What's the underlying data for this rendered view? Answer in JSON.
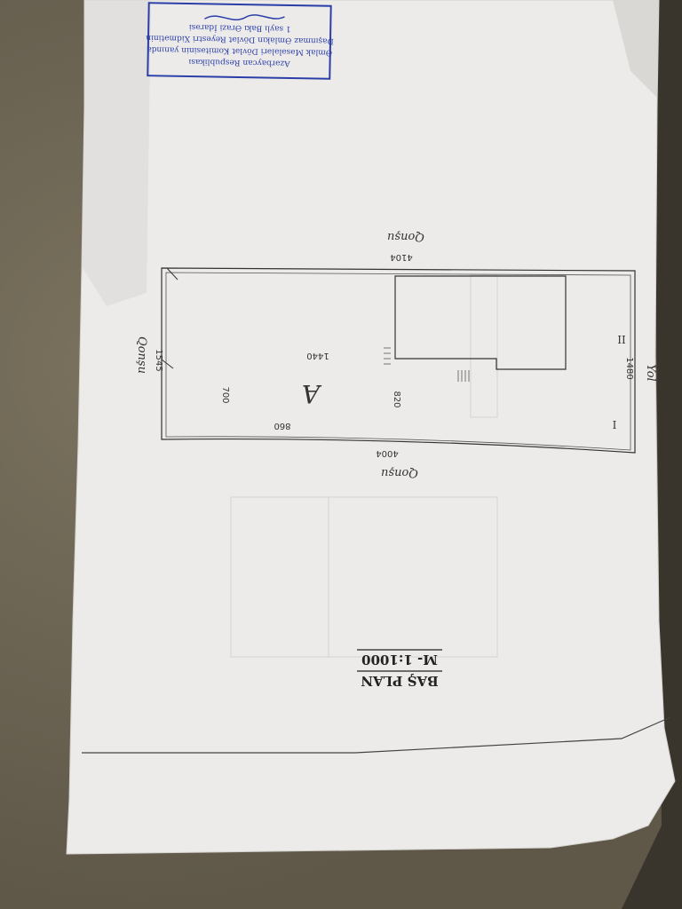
{
  "stamp": {
    "line1": "Azərbaycan Respublikası",
    "line2": "Əmlak Məsələləri Dövlət Komitəsinin yanında",
    "line3": "Daşınmaz Əmlakın Dövlət Reyestri Xidmətinin",
    "line4": "1 saylı Bakı Ərazi İdarəsi"
  },
  "plan": {
    "title": "BAŞ PLAN",
    "scale": "M- 1:1000",
    "building_label": "A",
    "neighbor_top": "Qonşu",
    "neighbor_left": "Qonşu",
    "neighbor_bottom": "Qonşu",
    "road_label": "Yol",
    "section_I": "I",
    "section_II": "II",
    "dims": {
      "top": "4104",
      "left": "1545",
      "bottom": "4004",
      "right": "1480",
      "b_top": "1440",
      "b_left": "700",
      "b_bottom": "860",
      "b_right": "820"
    }
  }
}
